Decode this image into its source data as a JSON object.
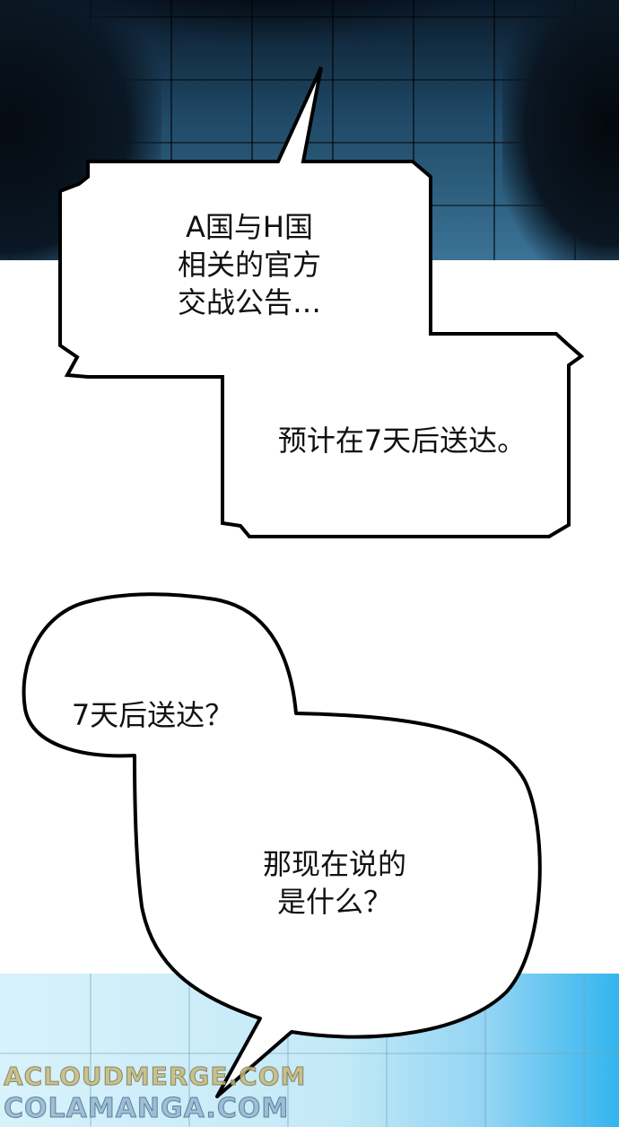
{
  "bubbles": {
    "b1": {
      "text": "A国与H国\n相关的官方\n交战公告…"
    },
    "b2": {
      "text": "预计在7天后送达。"
    },
    "b3": {
      "text": "7天后送达？"
    },
    "b4": {
      "text": "那现在说的\n是什么？"
    }
  },
  "watermarks": {
    "w1": "ACLOUDMERGE.COM",
    "w2": "COLAMANGA.COM"
  },
  "colors": {
    "ink": "#111111",
    "panel_top": "#1f4966",
    "panel_bottom": "#c3e9f7"
  }
}
